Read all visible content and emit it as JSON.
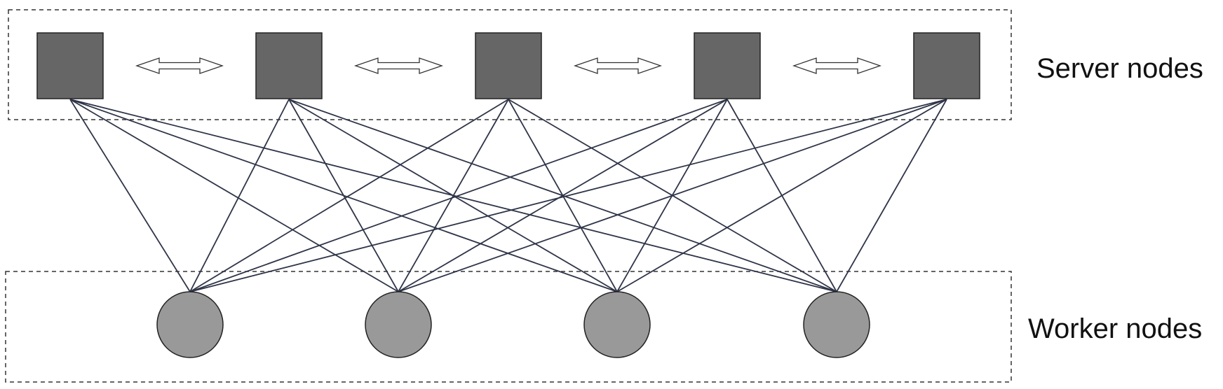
{
  "labels": {
    "server_group": "Server nodes",
    "worker_group": "Worker nodes"
  },
  "server_nodes": [
    {
      "shape": "square"
    },
    {
      "shape": "square"
    },
    {
      "shape": "square"
    },
    {
      "shape": "square"
    },
    {
      "shape": "square"
    }
  ],
  "worker_nodes": [
    {
      "shape": "circle"
    },
    {
      "shape": "circle"
    },
    {
      "shape": "circle"
    },
    {
      "shape": "circle"
    }
  ],
  "server_links": [
    {
      "from": 0,
      "to": 1,
      "type": "bidirectional-arrow"
    },
    {
      "from": 1,
      "to": 2,
      "type": "bidirectional-arrow"
    },
    {
      "from": 2,
      "to": 3,
      "type": "bidirectional-arrow"
    },
    {
      "from": 3,
      "to": 4,
      "type": "bidirectional-arrow"
    }
  ],
  "connectivity": "all-to-all",
  "colors": {
    "server_fill": "#666666",
    "worker_fill": "#999999",
    "edge": "#2f3548",
    "outline": "#222222",
    "arrow_fill": "#ffffff"
  }
}
